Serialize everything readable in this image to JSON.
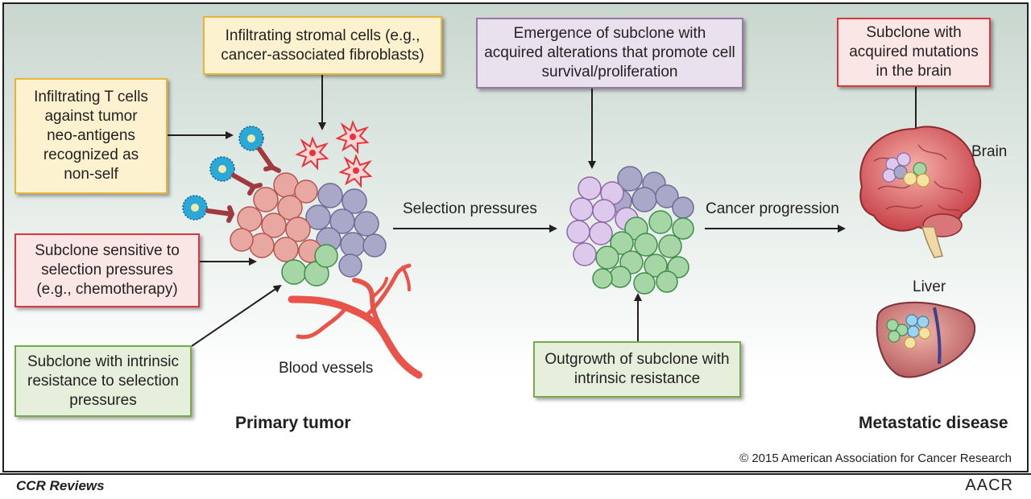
{
  "boxes": {
    "stromal": "Infiltrating stromal cells (e.g., cancer-associated fibroblasts)",
    "tcells": "Infiltrating T cells against tumor neo-antigens recognized as non-self",
    "sensitive": "Subclone sensitive to selection pressures (e.g., chemotherapy)",
    "intrinsic": "Subclone with intrinsic resistance to selection pressures",
    "emergence": "Emergence of subclone with acquired alterations that promote cell survival/proliferation",
    "outgrowth": "Outgrowth of subclone with intrinsic resistance",
    "brain_mut": "Subclone with acquired mutations in the brain"
  },
  "labels": {
    "selection": "Selection pressures",
    "progression": "Cancer progression",
    "blood": "Blood vessels",
    "brain": "Brain",
    "liver": "Liver",
    "primary": "Primary tumor",
    "metastatic": "Metastatic disease"
  },
  "footer": {
    "copyright": "© 2015 American Association for Cancer Research",
    "journal": "CCR Reviews",
    "publisher": "AACR"
  },
  "colors": {
    "red_cell": "#e9a7a2",
    "blue_cell": "#a9a8c9",
    "green_cell": "#a7d6a6",
    "purple_cell": "#ddc9ec",
    "tcell": "#2aa8d8",
    "stroma": "#e8323c",
    "vessel": "#e8534a"
  }
}
